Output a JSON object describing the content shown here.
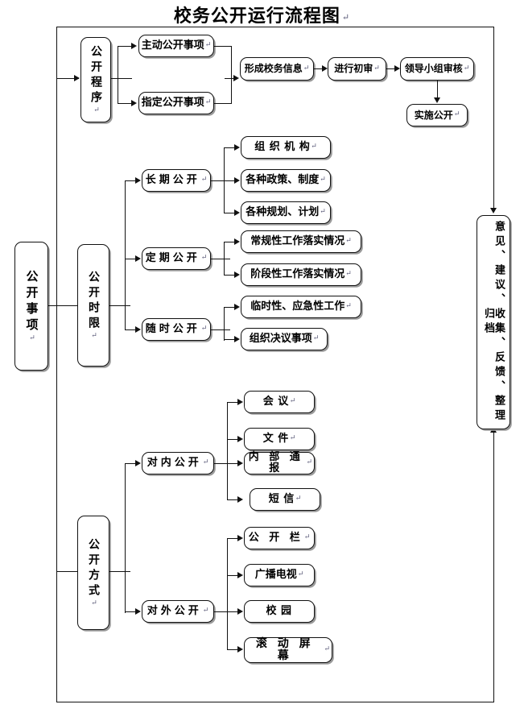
{
  "title": {
    "text": "校务公开运行流程图",
    "pilcrow": "↵"
  },
  "nodes": {
    "procedure": {
      "label": "公开程序",
      "pilcrow": "↵"
    },
    "active_disclosure": {
      "label": "主动公开事项",
      "pilcrow": "↵"
    },
    "designated_disclosure": {
      "label": "指定公开事项",
      "pilcrow": "↵"
    },
    "form_info": {
      "label": "形成校务信息",
      "pilcrow": "↵"
    },
    "first_review": {
      "label": "进行初审",
      "pilcrow": "↵"
    },
    "leader_group_review": {
      "label": "领导小组审核",
      "pilcrow": "↵"
    },
    "implement_disclosure": {
      "label": "实施公开",
      "pilcrow": "↵"
    },
    "disclosure_items": {
      "label": "公开事项",
      "pilcrow": "↵"
    },
    "disclosure_timeframe": {
      "label": "公开时限",
      "pilcrow": "↵"
    },
    "disclosure_method": {
      "label": "公开方式",
      "pilcrow": "↵"
    },
    "long_term": {
      "label": "长期公开",
      "pilcrow": "↵"
    },
    "periodic": {
      "label": "定期公开",
      "pilcrow": "↵"
    },
    "anytime": {
      "label": "随时公开",
      "pilcrow": "↵"
    },
    "org_structure": {
      "label": "组 织 机 构",
      "pilcrow": "↵"
    },
    "policies_systems": {
      "label": "各种政策、制度",
      "pilcrow": "↵"
    },
    "plans_programs": {
      "label": "各种规划、计划",
      "pilcrow": "↵"
    },
    "routine_work": {
      "label": "常规性工作落实情况",
      "pilcrow": "↵"
    },
    "staged_work": {
      "label": "阶段性工作落实情况",
      "pilcrow": "↵"
    },
    "temporary_work": {
      "label": "临时性、应急性工作",
      "pilcrow": "↵"
    },
    "org_resolutions": {
      "label": "组织决议事项",
      "pilcrow": "↵"
    },
    "internal": {
      "label": "对内公开",
      "pilcrow": "↵"
    },
    "external": {
      "label": "对外公开",
      "pilcrow": "↵"
    },
    "meeting": {
      "label": "会    议",
      "pilcrow": "↵"
    },
    "document": {
      "label": "文    件",
      "pilcrow": "↵"
    },
    "internal_bulletin": {
      "label": "内 部 通 报",
      "pilcrow": "↵"
    },
    "sms": {
      "label": "短    信",
      "pilcrow": "↵"
    },
    "bulletin_board": {
      "label": "公 开 栏",
      "pilcrow": "↵"
    },
    "radio_tv": {
      "label": "广播电视",
      "pilcrow": "↵"
    },
    "campus": {
      "label": "校    园",
      "pilcrow": ""
    },
    "scrolling_screen": {
      "label": "滚 动 屏 幕",
      "pilcrow": "↵"
    },
    "feedback_archive": {
      "label": "意见、建议、收集、反馈、整理归档",
      "pilcrow": ""
    }
  },
  "colors": {
    "stroke": "#111111",
    "shadow": "#9a9a9a",
    "background": "#ffffff",
    "pilcrow": "#5a5a78"
  }
}
